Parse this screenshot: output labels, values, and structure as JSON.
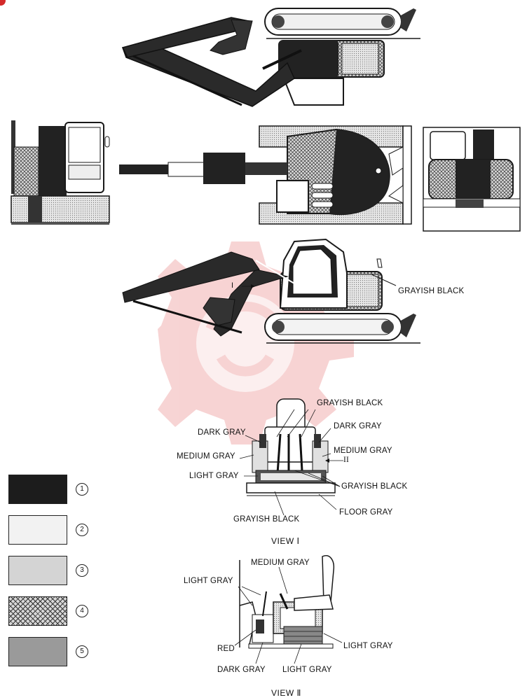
{
  "labels": {
    "exterior_grayish_black": "GRAYISH BLACK",
    "view1_grayish_black_top": "GRAYISH BLACK",
    "view1_dark_gray_left": "DARK GRAY",
    "view1_dark_gray_right": "DARK GRAY",
    "view1_medium_gray_left": "MEDIUM GRAY",
    "view1_medium_gray_right": "MEDIUM GRAY",
    "view1_light_gray": "LIGHT GRAY",
    "view1_grayish_black_right": "GRAYISH BLACK",
    "view1_floor_gray": "FLOOR GRAY",
    "view1_grayish_black_bottom": "GRAYISH BLACK",
    "view1_arrow_marker": "II",
    "view2_medium_gray": "MEDIUM GRAY",
    "view2_light_gray_left": "LIGHT GRAY",
    "view2_light_gray_right": "LIGHT GRAY",
    "view2_red": "RED",
    "view2_dark_gray": "DARK GRAY",
    "view2_light_gray_bottom": "LIGHT GRAY",
    "side_marker": "I"
  },
  "views": {
    "view1_caption": "VIEW Ⅰ",
    "view2_caption": "VIEW Ⅱ"
  },
  "legend": [
    {
      "number": "1",
      "fill": "#1c1c1c"
    },
    {
      "number": "2",
      "fill": "#f2f2f2"
    },
    {
      "number": "3",
      "fill": "#d4d4d4"
    },
    {
      "number": "4",
      "fill": "crosshatch"
    },
    {
      "number": "5",
      "fill": "#9a9a9a"
    }
  ],
  "colors": {
    "line": "#1a1a1a",
    "dark": "#2a2a2a",
    "watermark": "#f1b0b0"
  }
}
